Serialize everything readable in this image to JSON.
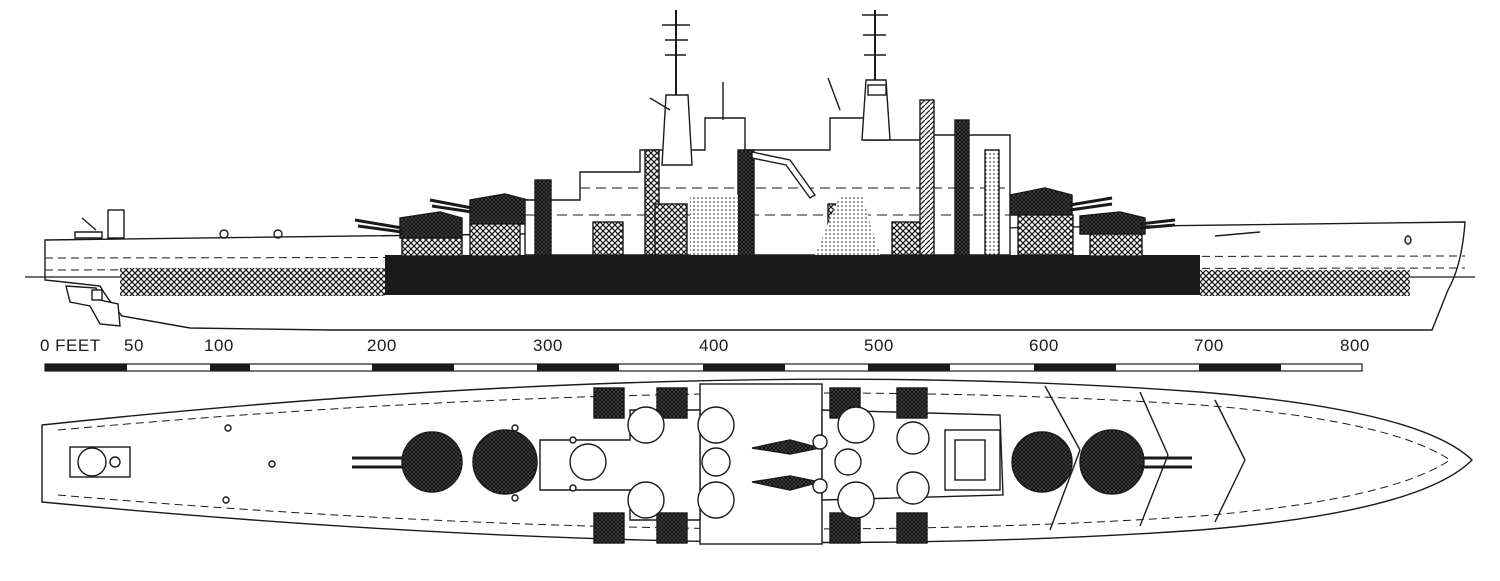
{
  "scale": {
    "labels": [
      "0 FEET",
      "50",
      "100",
      "200",
      "300",
      "400",
      "500",
      "600",
      "700",
      "800"
    ]
  },
  "colors": {
    "ink": "#1a1a1a",
    "paper": "#ffffff",
    "hatch": "#1a1a1a"
  }
}
